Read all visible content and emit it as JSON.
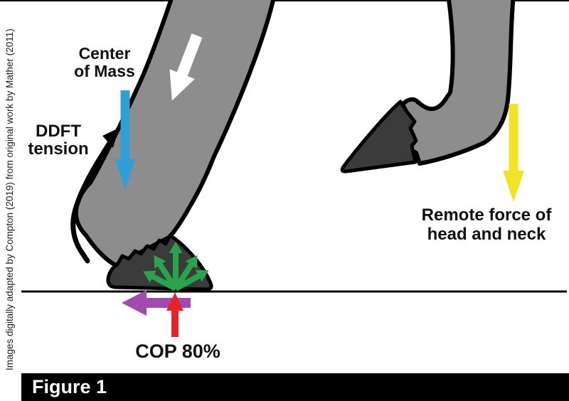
{
  "figure": {
    "caption": "Figure 1"
  },
  "credit": "Images digitally adapted by Compton (2019) from original work by Mather (2011)",
  "labels": {
    "center_of_mass": {
      "line1": "Center",
      "line2": "of Mass"
    },
    "ddft": {
      "line1": "DDFT",
      "line2": "tension"
    },
    "remote_force": {
      "line1": "Remote force of",
      "line2": "head and neck"
    },
    "cop": {
      "text": "COP 80%"
    }
  },
  "arrows": {
    "center_of_mass": {
      "color": "#2E9FD9",
      "direction": "down"
    },
    "limb_load": {
      "color": "#FFFFFF",
      "direction": "down-left"
    },
    "ddft_tension": {
      "color": "#000000",
      "direction": "up-along-tendon"
    },
    "ground_reaction_fan": {
      "color": "#2AA44C",
      "count": 5,
      "direction": "upward-fan-from-toe"
    },
    "shear": {
      "color": "#A34AB0",
      "direction": "left"
    },
    "cop": {
      "color": "#E8242B",
      "direction": "up"
    },
    "remote_force": {
      "color": "#F1E326",
      "direction": "down"
    }
  },
  "colors": {
    "leg_gray": "#8D8D8D",
    "hoof_dark": "#3B3B3B",
    "outline": "#000000",
    "ground": "#000000",
    "background": "#FFFFFF",
    "figure_bar_bg": "#000000",
    "figure_bar_text": "#FFFFFF",
    "label_text": "#111111"
  }
}
